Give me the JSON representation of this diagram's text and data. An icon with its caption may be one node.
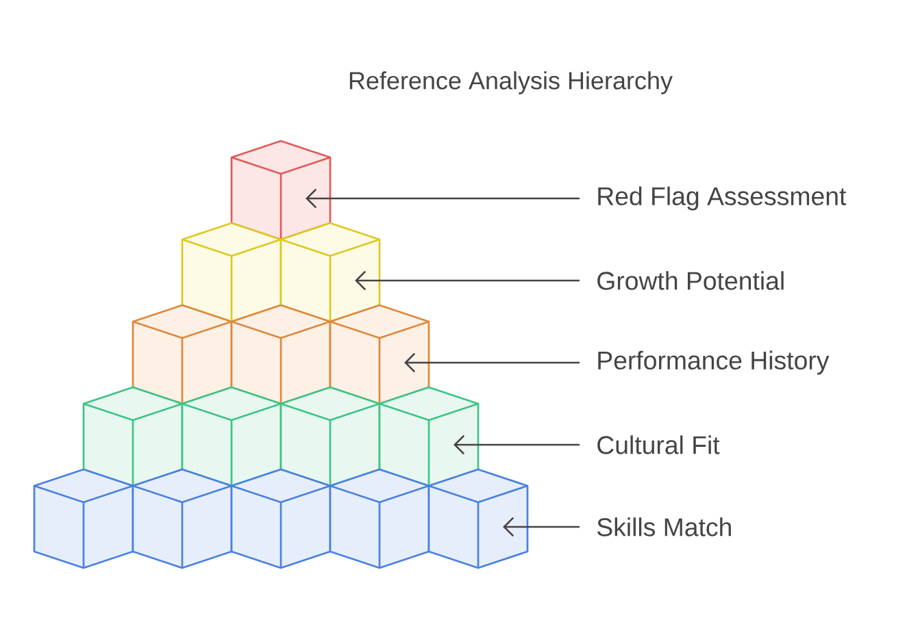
{
  "diagram": {
    "title": "Reference Analysis Hierarchy",
    "nodes": [
      {
        "text": [
          "Red Flag Assessment"
        ]
      },
      {
        "text": [
          "Growth Potential"
        ]
      },
      {
        "text": [
          "Performance History"
        ]
      },
      {
        "text": [
          "Cultural Fit"
        ]
      },
      {
        "text": [
          "Skills Match"
        ]
      },
      {
        "text": [],
        "shape": "cube"
      },
      {
        "text": [],
        "shape": "cube"
      },
      {
        "text": [],
        "shape": "cube"
      },
      {
        "text": [],
        "shape": "cube"
      },
      {
        "text": [],
        "shape": "cube"
      },
      {
        "text": [],
        "shape": "cube"
      },
      {
        "text": [],
        "shape": "cube"
      },
      {
        "text": [],
        "shape": "cube"
      },
      {
        "text": [],
        "shape": "cube"
      },
      {
        "text": [],
        "shape": "cube"
      },
      {
        "text": [],
        "shape": "cube"
      },
      {
        "text": [],
        "shape": "cube"
      },
      {
        "text": [],
        "shape": "cube"
      },
      {
        "text": [],
        "shape": "cube"
      },
      {
        "text": [],
        "shape": "cube"
      }
    ],
    "edges": [
      {
        "from": 0,
        "to": 5,
        "arrow": "to"
      },
      {
        "from": 1,
        "to": 7,
        "arrow": "to"
      },
      {
        "from": 2,
        "to": 10,
        "arrow": "to"
      },
      {
        "from": 3,
        "to": 14,
        "arrow": "to"
      },
      {
        "from": 4,
        "to": 19,
        "arrow": "to"
      }
    ]
  }
}
